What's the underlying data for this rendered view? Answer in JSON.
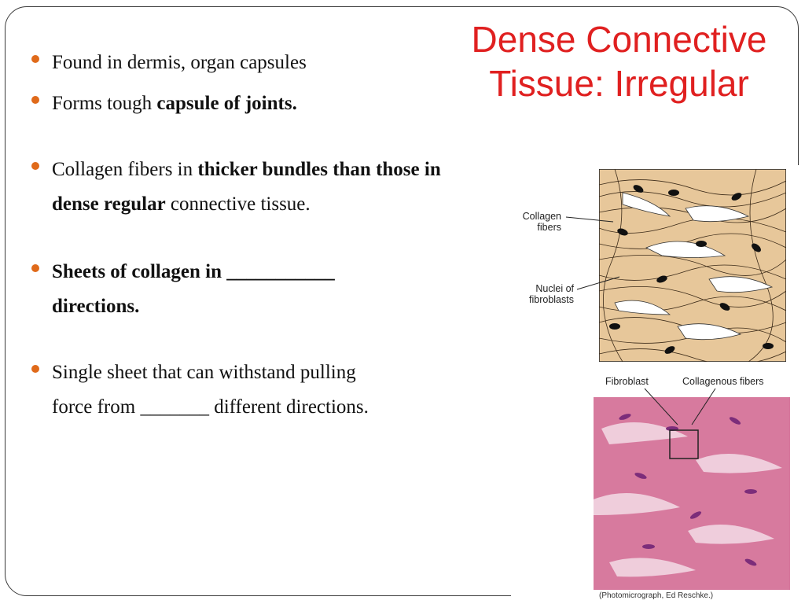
{
  "slide": {
    "title_line1": "Dense Connective",
    "title_line2": "Tissue: Irregular",
    "bullets": [
      {
        "plain": "Found in dermis, organ capsules"
      },
      {
        "plain": "Forms tough ",
        "bold": "capsule of joints."
      },
      {
        "plain": "Collagen fibers in ",
        "bold": "thicker bundles than those in dense regular",
        "after": " connective tissue."
      },
      {
        "bold": "Sheets of collagen in ___________ directions."
      },
      {
        "plain": "Single sheet that can withstand pulling force from _______ different directions."
      }
    ]
  },
  "figure": {
    "label_collagen": "Collagen fibers",
    "label_nuclei": "Nuclei of fibroblasts",
    "label_fibroblast": "Fibroblast",
    "label_collagenous": "Collagenous fibers",
    "credit": "(Photomicrograph, Ed Reschke.)"
  },
  "colors": {
    "title": "#e02020",
    "bullet": "#e06a1a",
    "fiber_tan": "#e7c79a",
    "stain_pink": "#d77a9e"
  }
}
